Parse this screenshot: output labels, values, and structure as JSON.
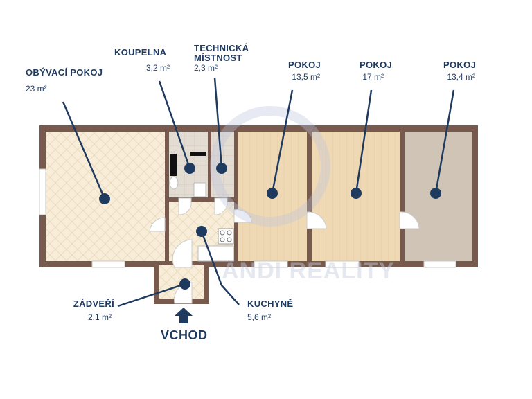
{
  "rooms": [
    {
      "name": "OBÝVACÍ POKOJ",
      "area": "23 m²"
    },
    {
      "name": "KOUPELNA",
      "area": "3,2 m²"
    },
    {
      "name": "TECHNICKÁ",
      "name2": "MÍSTNOST",
      "area": "2,3 m²"
    },
    {
      "name": "POKOJ",
      "area": "13,5 m²"
    },
    {
      "name": "POKOJ",
      "area": "17 m²"
    },
    {
      "name": "POKOJ",
      "area": "13,4 m²"
    },
    {
      "name": "ZÁDVEŘÍ",
      "area": "2,1 m²"
    },
    {
      "name": "KUCHYNĚ",
      "area": "5,6 m²"
    }
  ],
  "entrance": {
    "label": "VCHOD",
    "icon": "arrow-up-icon"
  },
  "watermark": "ANDI REALITY",
  "colors": {
    "navy": "#1f3a5f",
    "wall": "#77594d",
    "floor_living": "#f8edd8",
    "floor_room": "#efd9b5",
    "floor_room3": "#d0c4b7",
    "tiles": "#e3dcd3"
  }
}
